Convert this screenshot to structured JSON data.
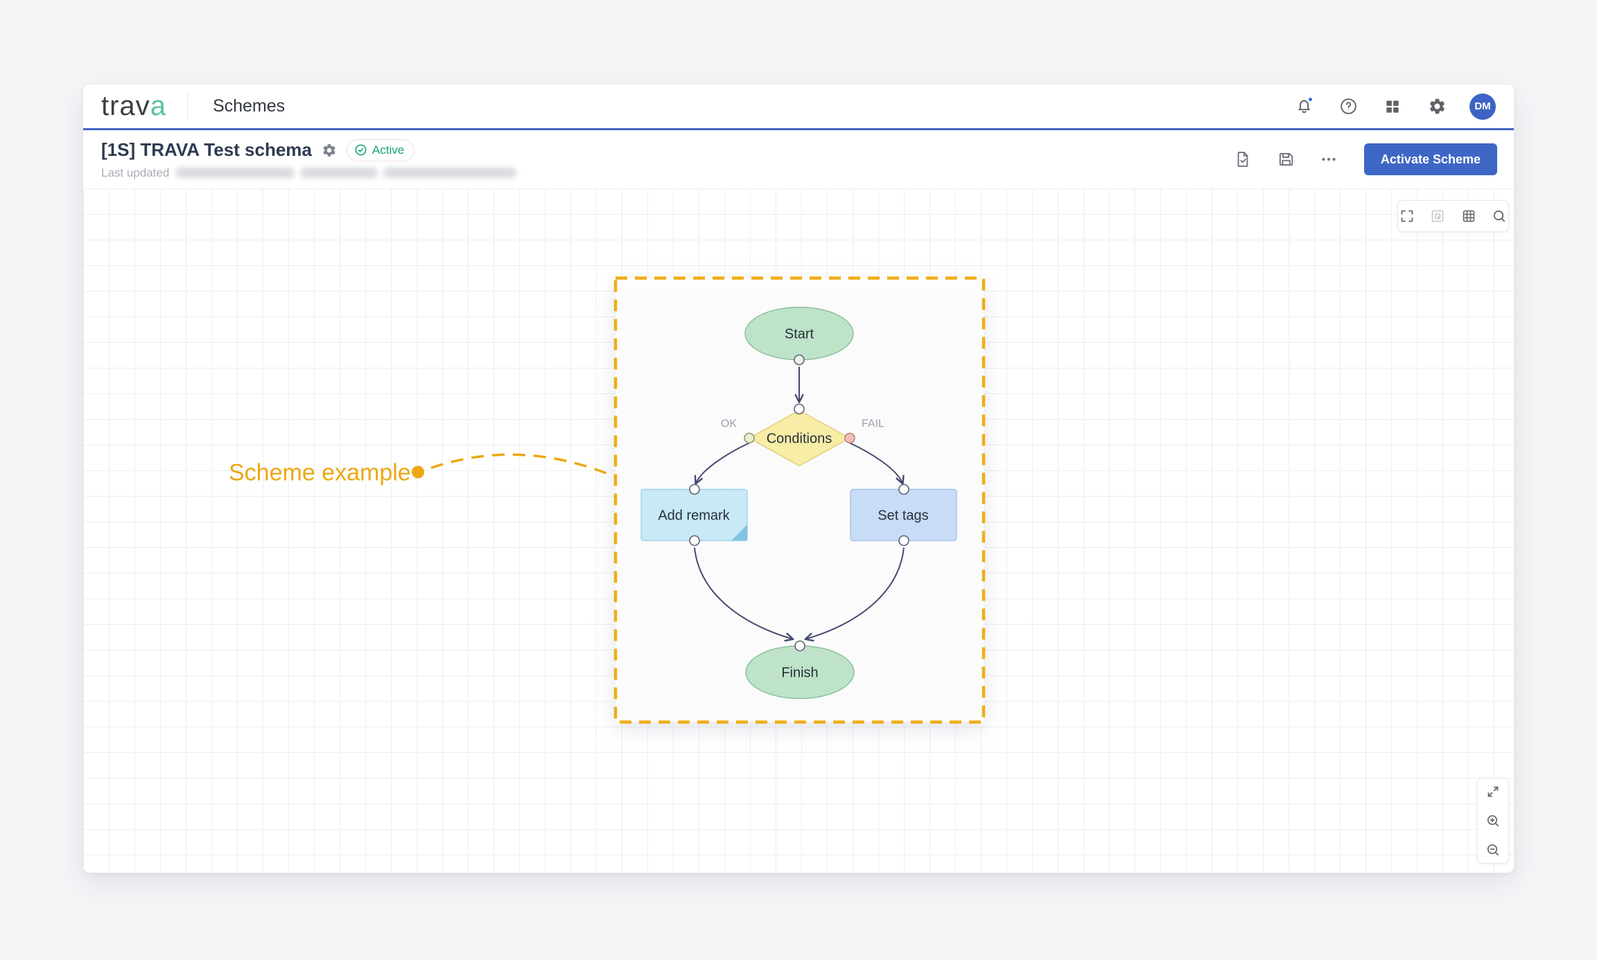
{
  "header": {
    "logo_main": "trav",
    "logo_accent": "a",
    "page_title": "Schemes",
    "avatar_initials": "DM",
    "icons": [
      "notifications-bell",
      "help",
      "apps-grid",
      "settings-gear"
    ]
  },
  "schema_bar": {
    "title": "[1S] TRAVA Test schema",
    "status_badge": "Active",
    "last_updated_label": "Last updated",
    "action_icons": [
      "document-check",
      "save",
      "more-ellipsis"
    ],
    "activate_button": "Activate Scheme"
  },
  "canvas": {
    "toolbar_icons": [
      "fullscreen",
      "fit-image",
      "grid",
      "search"
    ],
    "zoom_icons": [
      "expand",
      "zoom-in",
      "zoom-out"
    ],
    "annotation": "Scheme example",
    "flowchart": {
      "nodes": [
        {
          "id": "start",
          "type": "ellipse",
          "label": "Start"
        },
        {
          "id": "conditions",
          "type": "diamond",
          "label": "Conditions"
        },
        {
          "id": "add_remark",
          "type": "rect",
          "label": "Add remark"
        },
        {
          "id": "set_tags",
          "type": "rect",
          "label": "Set tags"
        },
        {
          "id": "finish",
          "type": "ellipse",
          "label": "Finish"
        }
      ],
      "edge_labels": {
        "ok": "OK",
        "fail": "FAIL"
      }
    }
  },
  "colors": {
    "accent_blue": "#3e66c4",
    "logo_accent_teal": "#56c2a0",
    "active_green": "#17a36b",
    "annotation_orange": "#eda712",
    "selection_orange": "#f0ad15",
    "node_green_fill": "#bfe3c8",
    "node_yellow_fill": "#f8eda6",
    "node_cyan_fill": "#c8e9f5",
    "node_blue_fill": "#c9dcf7",
    "edge_color": "#454a6d"
  }
}
